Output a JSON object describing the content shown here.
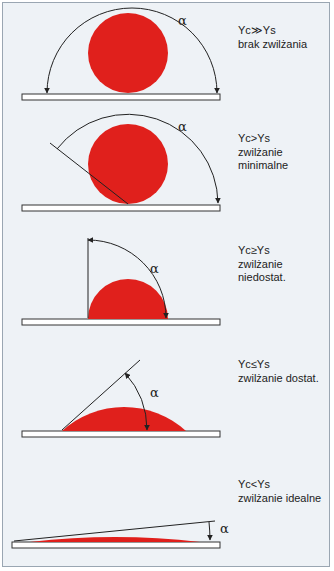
{
  "diagram": {
    "labels": [
      "α",
      "Yc≫Ys",
      "brak zwilżania",
      "α",
      "Yc>Ys",
      "zwilżanie minimalne",
      "α",
      "Yc≥Ys",
      "zwilżanie niedostat.",
      "α",
      "Yc≤Ys",
      "zwilżanie dostat.",
      "α",
      "Yc<Ys",
      "zwilżanie idealne"
    ]
  }
}
